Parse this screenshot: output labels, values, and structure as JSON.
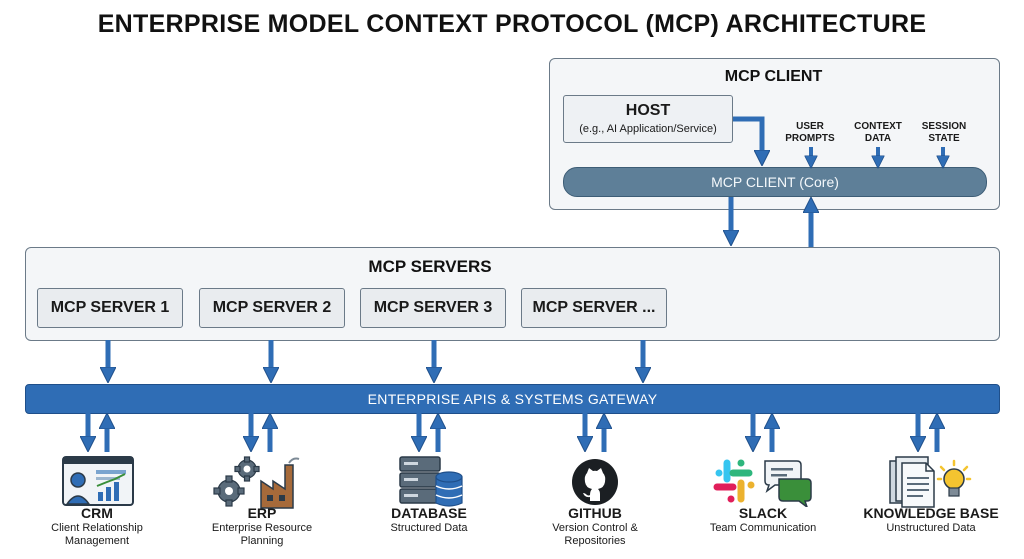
{
  "title": "ENTERPRISE MODEL CONTEXT PROTOCOL (MCP) ARCHITECTURE",
  "client": {
    "title": "MCP CLIENT",
    "host_title": "HOST",
    "host_subtitle": "(e.g., AI Application/Service)",
    "inputs": [
      {
        "line1": "USER",
        "line2": "PROMPTS"
      },
      {
        "line1": "CONTEXT",
        "line2": "DATA"
      },
      {
        "line1": "SESSION",
        "line2": "STATE"
      }
    ],
    "core": "MCP CLIENT (Core)"
  },
  "servers": {
    "title": "MCP SERVERS",
    "items": [
      "MCP SERVER 1",
      "MCP SERVER 2",
      "MCP SERVER 3",
      "MCP SERVER ..."
    ]
  },
  "gateway": "ENTERPRISE APIS & SYSTEMS GATEWAY",
  "systems": [
    {
      "name": "CRM",
      "desc1": "Client Relationship",
      "desc2": "Management",
      "icon": "crm-dashboard-icon"
    },
    {
      "name": "ERP",
      "desc1": "Enterprise Resource",
      "desc2": "Planning",
      "icon": "factory-gears-icon"
    },
    {
      "name": "DATABASE",
      "desc1": "Structured Data",
      "desc2": "",
      "icon": "database-icon"
    },
    {
      "name": "GITHUB",
      "desc1": "Version Control &",
      "desc2": "Repositories",
      "icon": "github-icon"
    },
    {
      "name": "SLACK",
      "desc1": "Team Communication",
      "desc2": "",
      "icon": "slack-chat-icon"
    },
    {
      "name": "KNOWLEDGE BASE",
      "desc1": "Unstructured Data",
      "desc2": "",
      "icon": "documents-lightbulb-icon"
    }
  ],
  "colors": {
    "arrow": "#2f6db5",
    "gateway": "#2f6db5",
    "core": "#5e7f98",
    "panel": "#f4f6f8"
  }
}
